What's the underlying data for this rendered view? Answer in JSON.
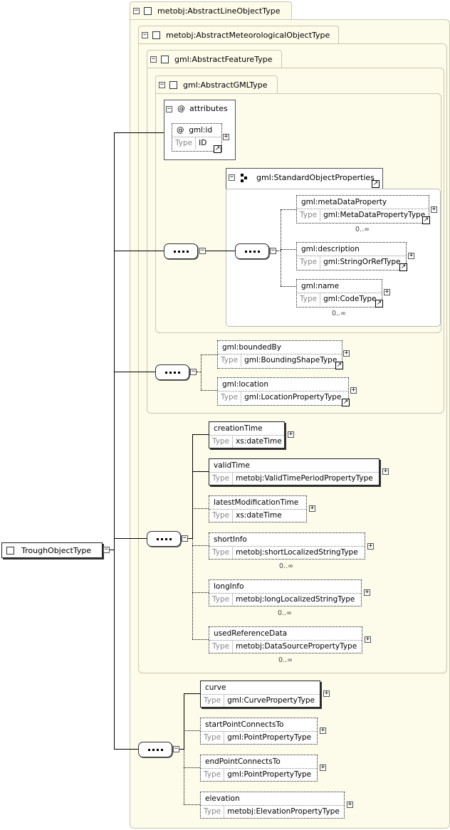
{
  "root": {
    "label": "TroughObjectType"
  },
  "types": {
    "line_object": "metobj:AbstractLineObjectType",
    "met_object": "metobj:AbstractMeteorologicalObjectType",
    "feature": "gml:AbstractFeatureType",
    "gml": "gml:AbstractGMLType"
  },
  "attributes": {
    "label": "attributes",
    "at": "@",
    "id_name": "gml:id",
    "id_type": "ID"
  },
  "type_label": "Type",
  "group": {
    "label": "gml:StandardObjectProperties"
  },
  "cardinality": "0..∞",
  "std_props": [
    {
      "name": "gml:metaDataProperty",
      "type": "gml:MetaDataPropertyType",
      "card": "0..∞"
    },
    {
      "name": "gml:description",
      "type": "gml:StringOrRefType",
      "card": ""
    },
    {
      "name": "gml:name",
      "type": "gml:CodeType",
      "card": "0..∞"
    }
  ],
  "feature_props": [
    {
      "name": "gml:boundedBy",
      "type": "gml:BoundingShapeType"
    },
    {
      "name": "gml:location",
      "type": "gml:LocationPropertyType"
    }
  ],
  "met_props": [
    {
      "name": "creationTime",
      "type": "xs:dateTime",
      "card": ""
    },
    {
      "name": "validTime",
      "type": "metobj:ValidTimePeriodPropertyType",
      "card": ""
    },
    {
      "name": "latestModificationTime",
      "type": "xs:dateTime",
      "card": ""
    },
    {
      "name": "shortInfo",
      "type": "metobj:shortLocalizedStringType",
      "card": "0..∞"
    },
    {
      "name": "longInfo",
      "type": "metobj:longLocalizedStringType",
      "card": "0..∞"
    },
    {
      "name": "usedReferenceData",
      "type": "metobj:DataSourcePropertyType",
      "card": "0..∞"
    }
  ],
  "line_props": [
    {
      "name": "curve",
      "type": "gml:CurvePropertyType"
    },
    {
      "name": "startPointConnectsTo",
      "type": "gml:PointPropertyType"
    },
    {
      "name": "endPointConnectsTo",
      "type": "gml:PointPropertyType"
    },
    {
      "name": "elevation",
      "type": "metobj:ElevationPropertyType"
    }
  ]
}
